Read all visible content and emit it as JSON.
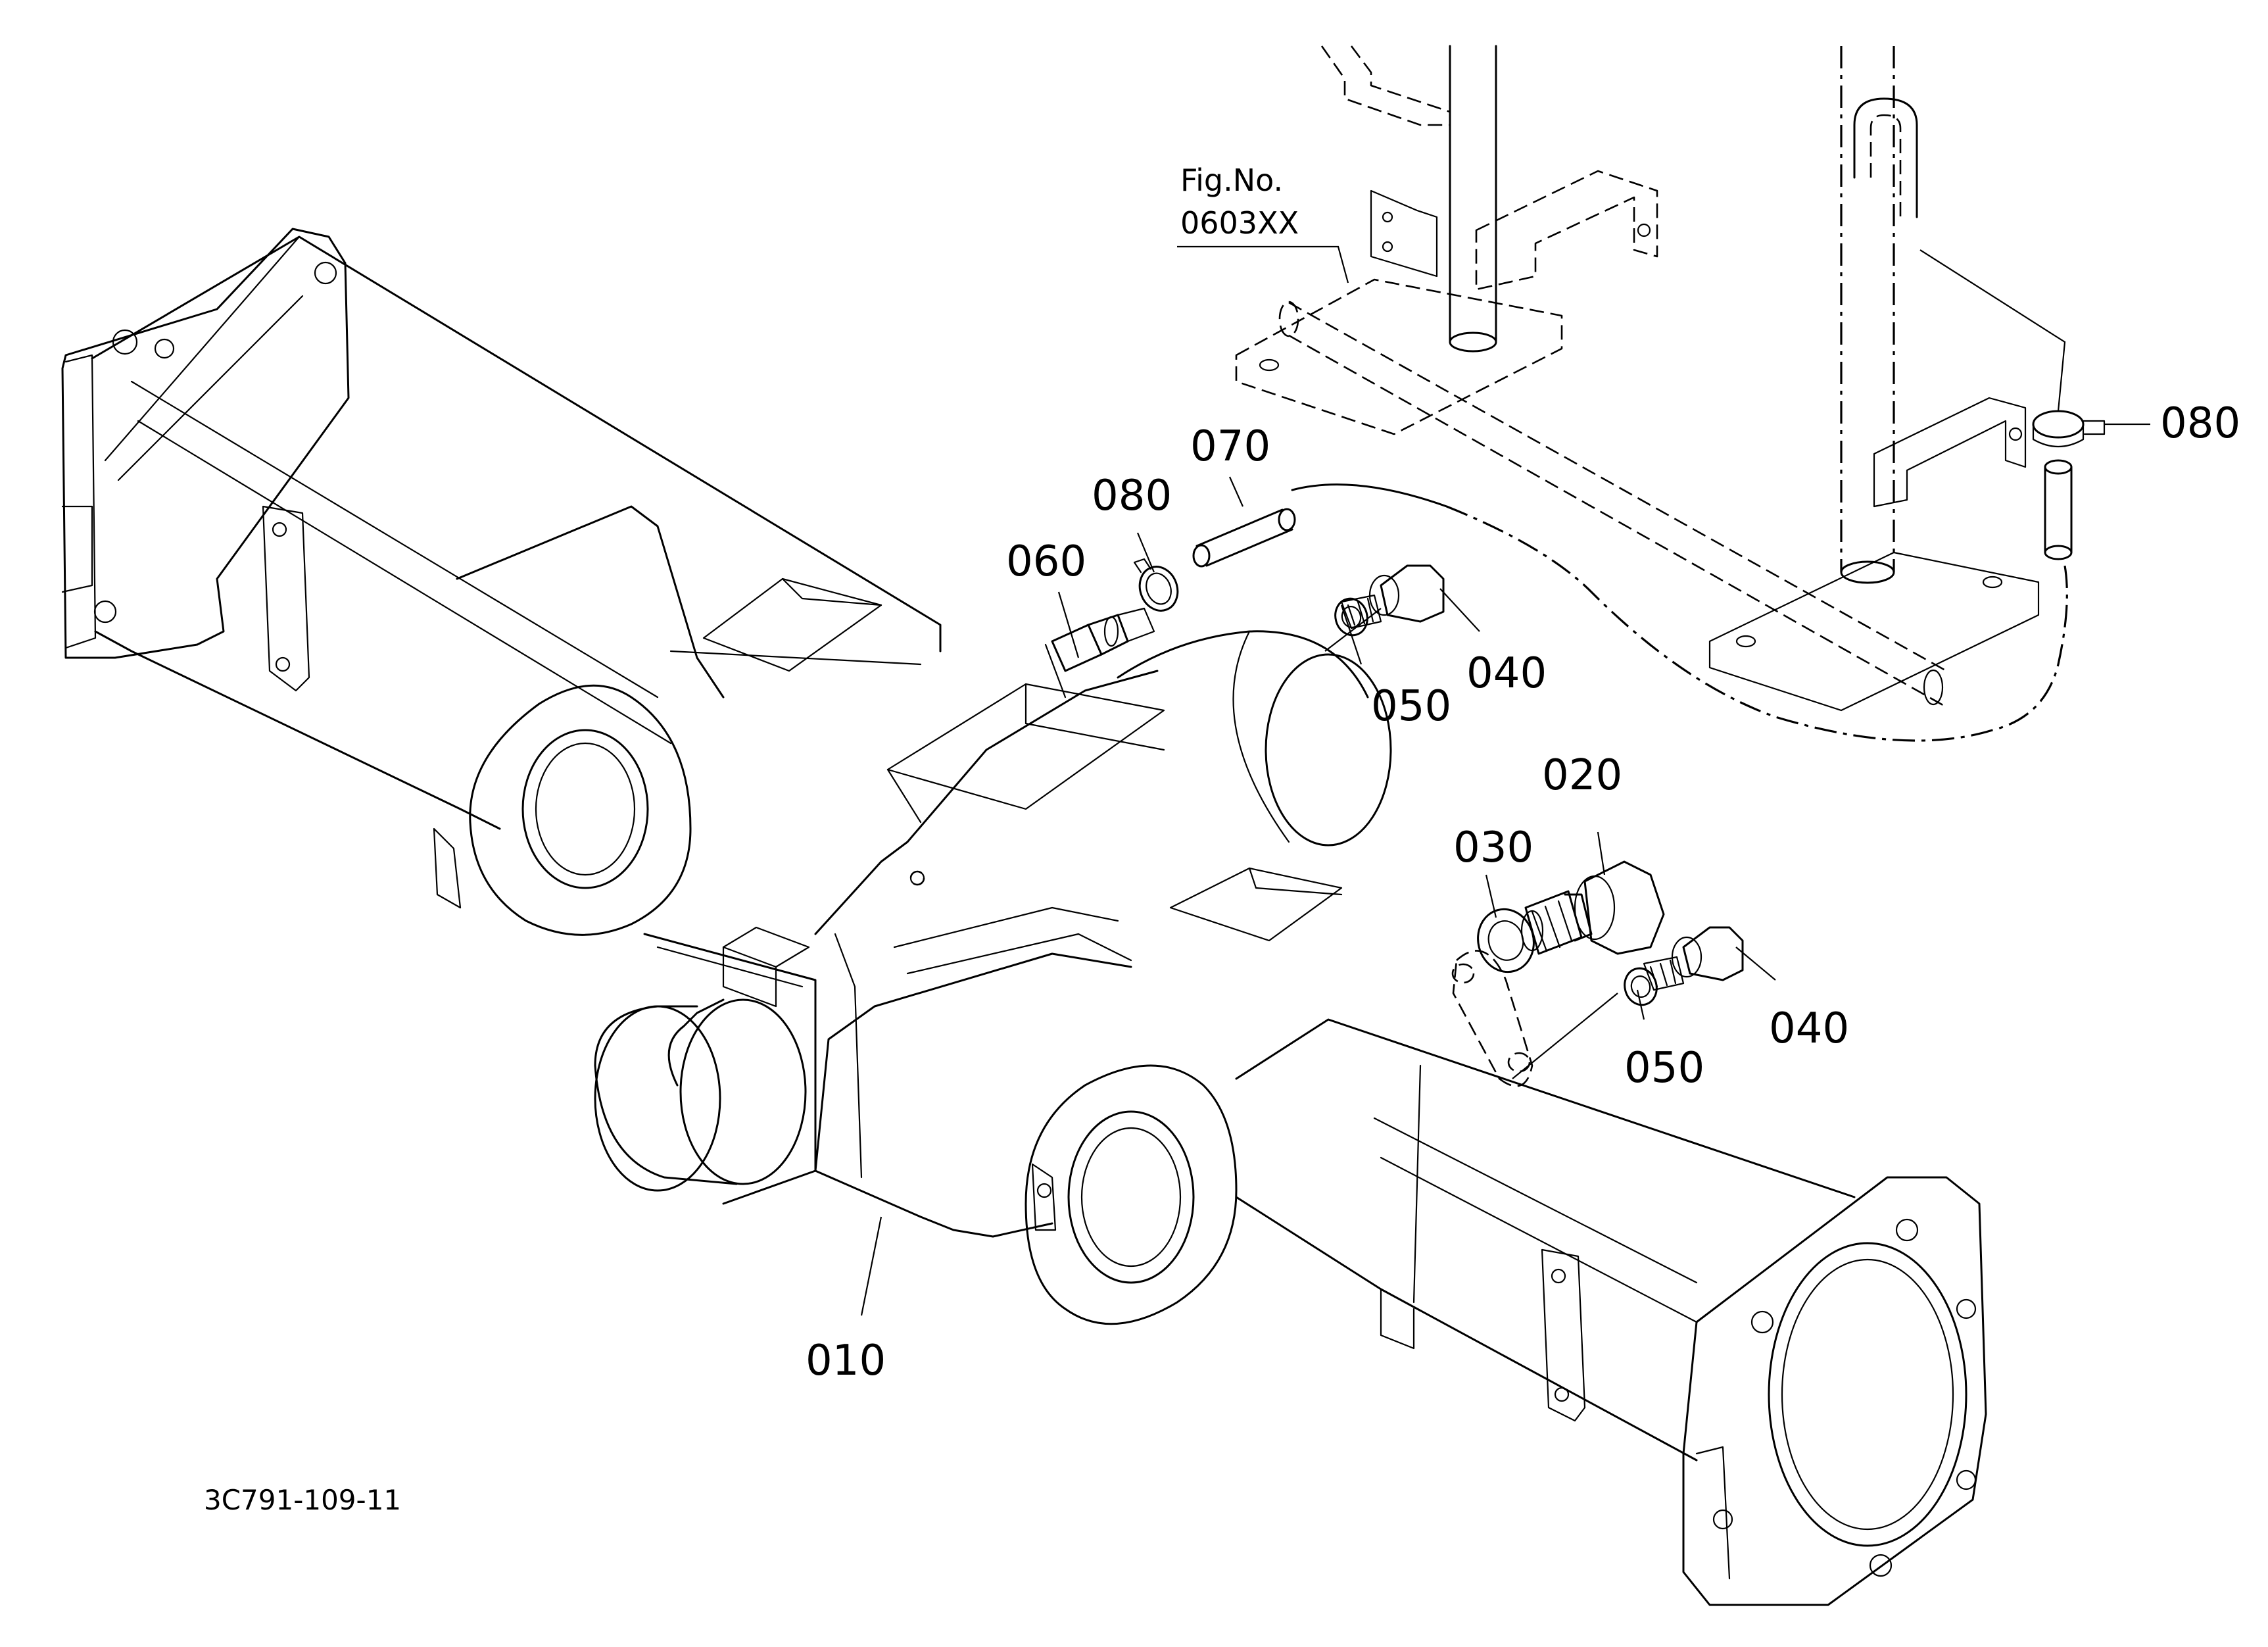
{
  "callouts": [
    {
      "id": "010",
      "text": "010"
    },
    {
      "id": "020",
      "text": "020"
    },
    {
      "id": "030",
      "text": "030"
    },
    {
      "id": "040a",
      "text": "040"
    },
    {
      "id": "040b",
      "text": "040"
    },
    {
      "id": "050a",
      "text": "050"
    },
    {
      "id": "050b",
      "text": "050"
    },
    {
      "id": "060",
      "text": "060"
    },
    {
      "id": "070",
      "text": "070"
    },
    {
      "id": "080a",
      "text": "080"
    },
    {
      "id": "080b",
      "text": "080"
    }
  ],
  "figure_ref": {
    "line1": "Fig.No.",
    "line2": "0603XX"
  },
  "drawing_code": "3C791-109-11"
}
